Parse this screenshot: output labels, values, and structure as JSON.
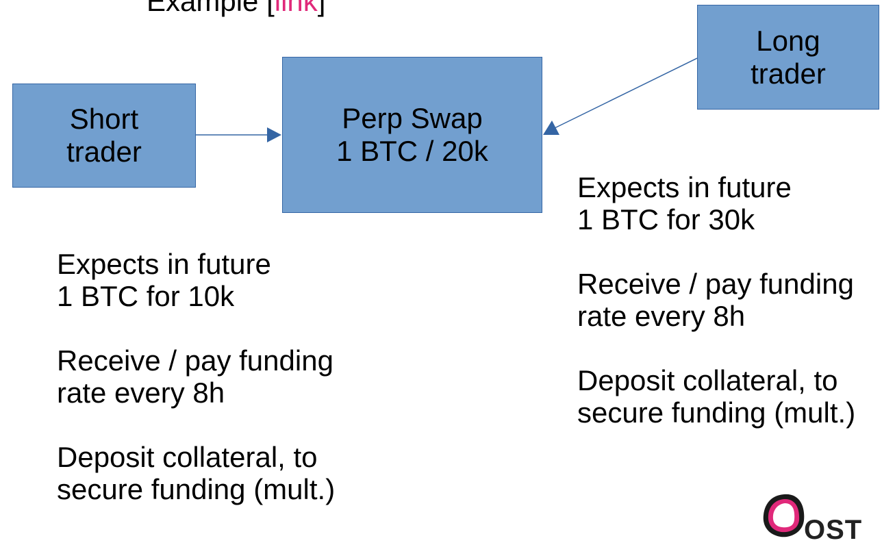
{
  "header": {
    "title_prefix": "Example [",
    "link_text": "link",
    "title_suffix": "]",
    "link_color": "#e0297a"
  },
  "boxes": {
    "short_trader": {
      "line1": "Short",
      "line2": "trader"
    },
    "perp_swap": {
      "line1": "Perp Swap",
      "line2": "1 BTC / 20k"
    },
    "long_trader": {
      "line1": "Long",
      "line2": "trader"
    },
    "fill_color": "#729fcf",
    "border_color": "#3465a4"
  },
  "short_notes": {
    "expect_1": "Expects in future",
    "expect_2": "1 BTC for 10k",
    "funding_1": "Receive / pay funding",
    "funding_2": "rate every 8h",
    "deposit_1": "Deposit collateral, to",
    "deposit_2": "secure funding (mult.)"
  },
  "long_notes": {
    "expect_1": "Expects in future",
    "expect_2": "1 BTC for 30k",
    "funding_1": "Receive / pay funding",
    "funding_2": "rate every 8h",
    "deposit_1": "Deposit collateral, to",
    "deposit_2": "secure funding (mult.)"
  },
  "logo": {
    "text": "OST",
    "icon": "ost-logo-icon",
    "colors": [
      "#1a1a1a",
      "#e0297a",
      "#8b1d5c"
    ]
  }
}
